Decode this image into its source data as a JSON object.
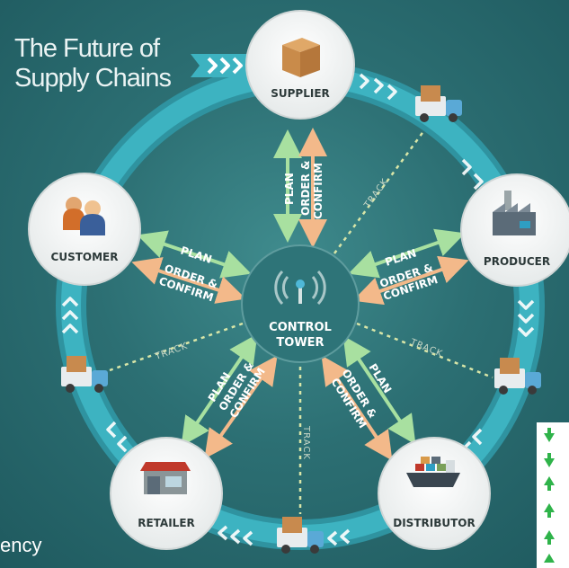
{
  "title": {
    "line1": "The Future of",
    "line2": "Supply Chains"
  },
  "center": {
    "line1": "CONTROL",
    "line2": "TOWER",
    "icon": "radio-tower-icon"
  },
  "nodes": {
    "supplier": {
      "label": "SUPPLIER",
      "icon": "box-icon"
    },
    "producer": {
      "label": "PRODUCER",
      "icon": "factory-icon"
    },
    "distributor": {
      "label": "DISTRIBUTOR",
      "icon": "cargo-ship-icon"
    },
    "retailer": {
      "label": "RETAILER",
      "icon": "store-icon"
    },
    "customer": {
      "label": "CUSTOMER",
      "icon": "people-icon"
    }
  },
  "labels": {
    "plan": "PLAN",
    "order_line1": "ORDER &",
    "order_line2": "CONFIRM",
    "track": "TRACK"
  },
  "colors": {
    "background": "#2c6f73",
    "ring": "#3aa7b4",
    "plan_arrow": "#a8e0a0",
    "order_arrow": "#f3b98a",
    "track_line": "#d9e6a8"
  },
  "side_strip": {
    "icon": "up-down-arrows-icon",
    "down_color": "#2fb34a",
    "up_color": "#2fb34a"
  },
  "stray_text": "ency"
}
